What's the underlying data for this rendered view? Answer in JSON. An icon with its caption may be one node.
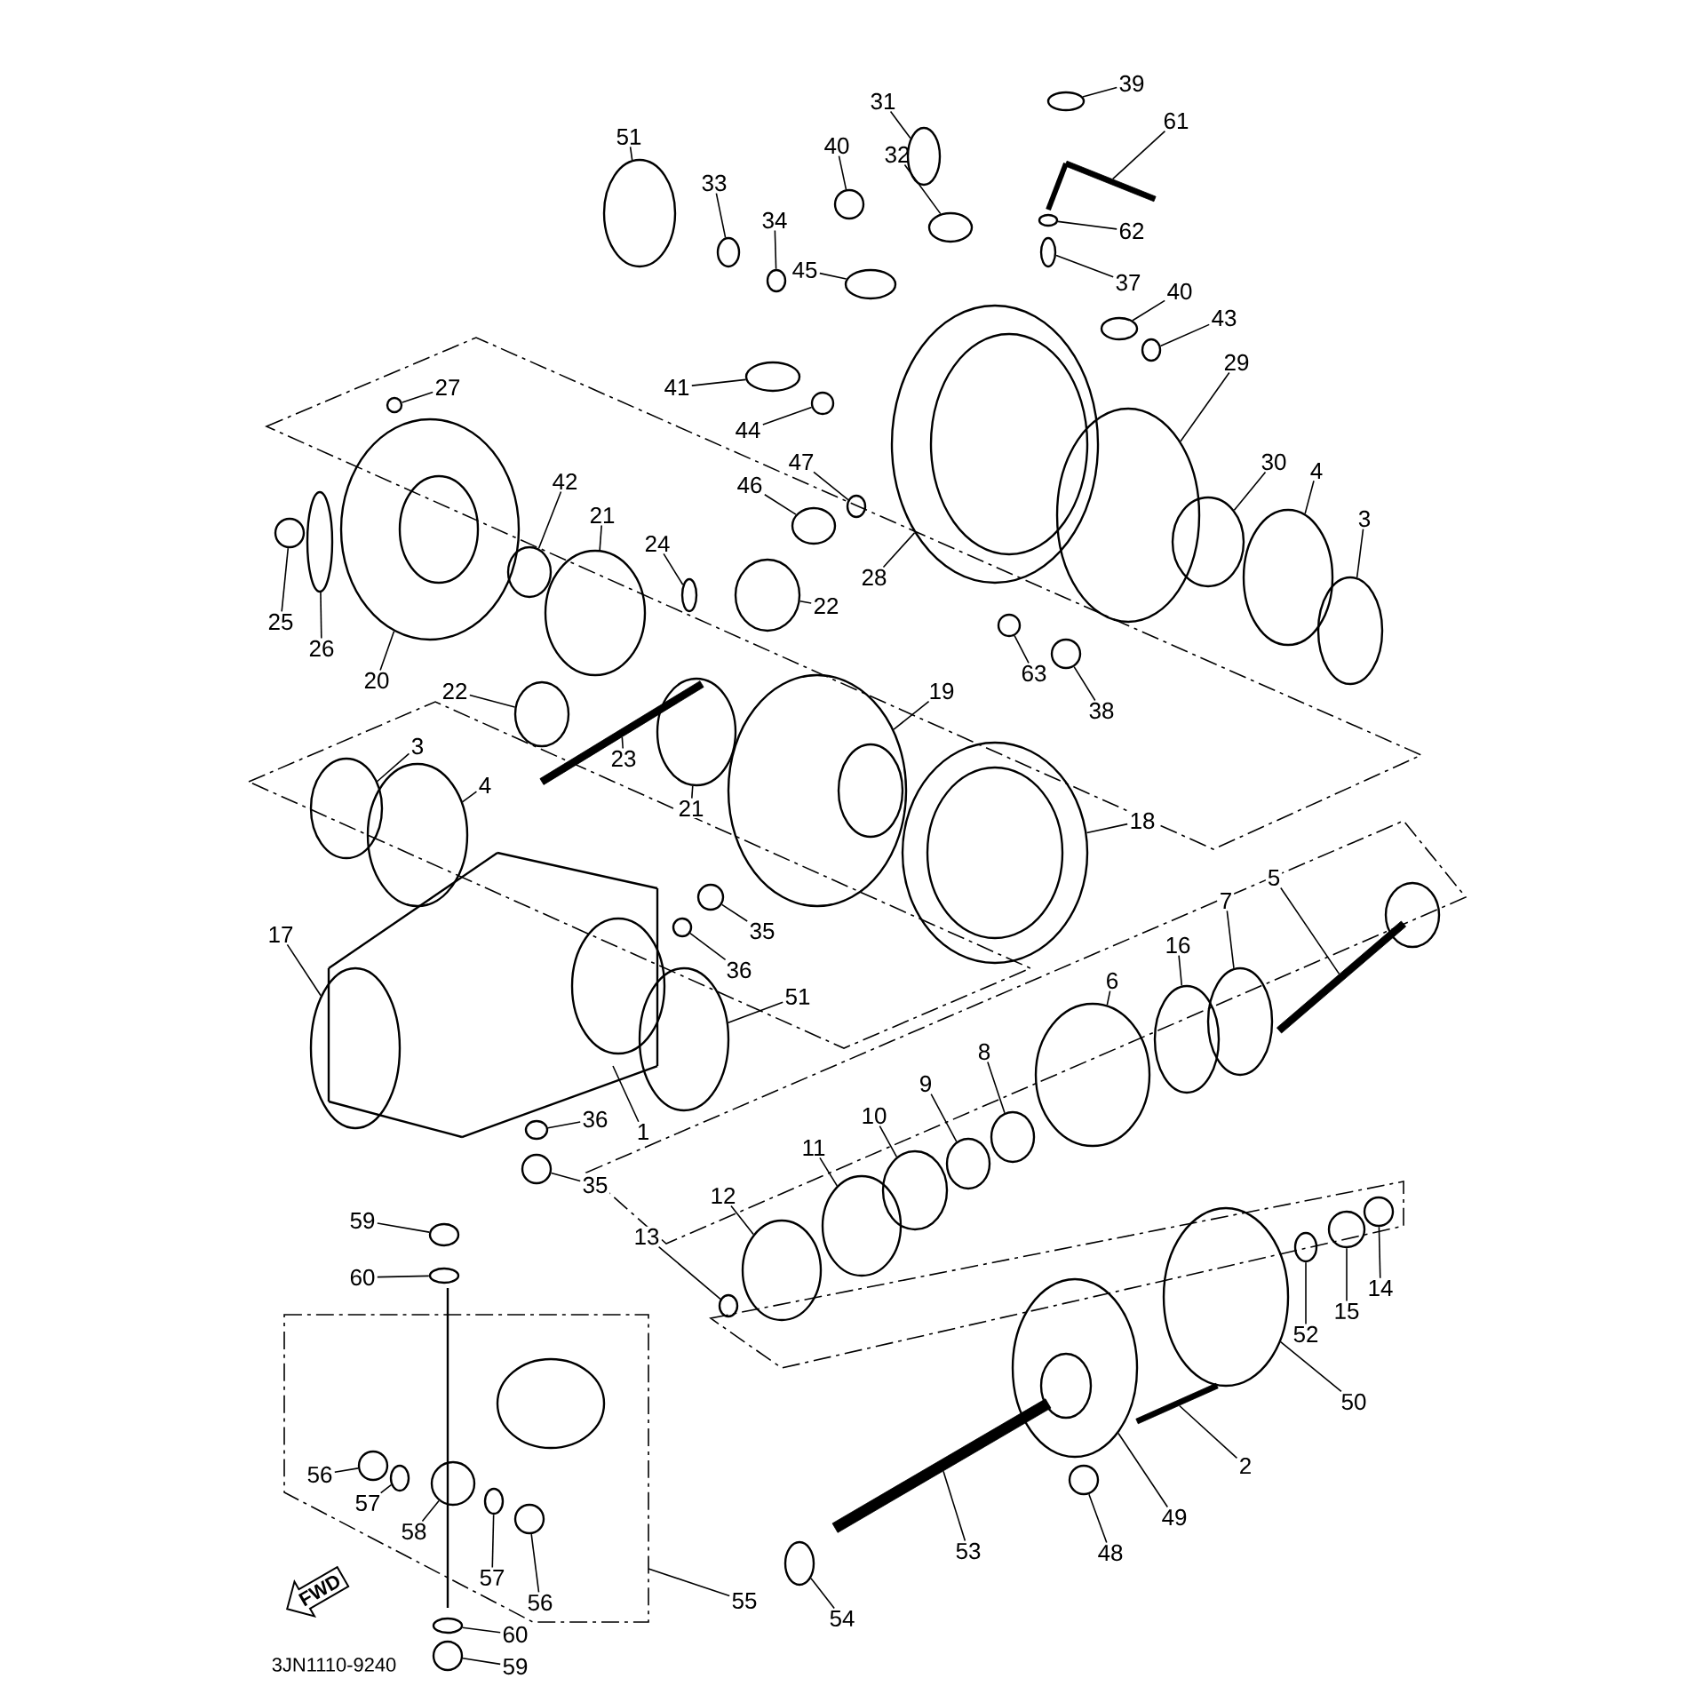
{
  "diagram": {
    "nodes": [
      {
        "text": [
          "51"
        ]
      },
      {
        "text": [
          "33"
        ]
      },
      {
        "text": [
          "34"
        ]
      },
      {
        "text": [
          "40"
        ]
      },
      {
        "text": [
          "31"
        ]
      },
      {
        "text": [
          "32"
        ]
      },
      {
        "text": [
          "39"
        ]
      },
      {
        "text": [
          "61"
        ]
      },
      {
        "text": [
          "62"
        ]
      },
      {
        "text": [
          "37"
        ]
      },
      {
        "text": [
          "45"
        ]
      },
      {
        "text": [
          "40"
        ]
      },
      {
        "text": [
          "43"
        ]
      },
      {
        "text": [
          "41"
        ]
      },
      {
        "text": [
          "44"
        ]
      },
      {
        "text": [
          "29"
        ]
      },
      {
        "text": [
          "27"
        ]
      },
      {
        "text": [
          "47"
        ]
      },
      {
        "text": [
          "46"
        ]
      },
      {
        "text": [
          "30"
        ]
      },
      {
        "text": [
          "4"
        ]
      },
      {
        "text": [
          "3"
        ]
      },
      {
        "text": [
          "42"
        ]
      },
      {
        "text": [
          "21"
        ]
      },
      {
        "text": [
          "24"
        ]
      },
      {
        "text": [
          "22"
        ]
      },
      {
        "text": [
          "28"
        ]
      },
      {
        "text": [
          "25"
        ]
      },
      {
        "text": [
          "26"
        ]
      },
      {
        "text": [
          "20"
        ]
      },
      {
        "text": [
          "22"
        ]
      },
      {
        "text": [
          "63"
        ]
      },
      {
        "text": [
          "38"
        ]
      },
      {
        "text": [
          "19"
        ]
      },
      {
        "text": [
          "23"
        ]
      },
      {
        "text": [
          "21"
        ]
      },
      {
        "text": [
          "3"
        ]
      },
      {
        "text": [
          "4"
        ]
      },
      {
        "text": [
          "18"
        ]
      },
      {
        "text": [
          "5"
        ]
      },
      {
        "text": [
          "35"
        ]
      },
      {
        "text": [
          "36"
        ]
      },
      {
        "text": [
          "17"
        ]
      },
      {
        "text": [
          "7"
        ]
      },
      {
        "text": [
          "16"
        ]
      },
      {
        "text": [
          "6"
        ]
      },
      {
        "text": [
          "51"
        ]
      },
      {
        "text": [
          "8"
        ]
      },
      {
        "text": [
          "9"
        ]
      },
      {
        "text": [
          "10"
        ]
      },
      {
        "text": [
          "11"
        ]
      },
      {
        "text": [
          "36"
        ]
      },
      {
        "text": [
          "1"
        ]
      },
      {
        "text": [
          "35"
        ]
      },
      {
        "text": [
          "12"
        ]
      },
      {
        "text": [
          "59"
        ]
      },
      {
        "text": [
          "60"
        ]
      },
      {
        "text": [
          "13"
        ]
      },
      {
        "text": [
          "14"
        ]
      },
      {
        "text": [
          "15"
        ]
      },
      {
        "text": [
          "52"
        ]
      },
      {
        "text": [
          "50"
        ]
      },
      {
        "text": [
          "2"
        ]
      },
      {
        "text": [
          "56"
        ]
      },
      {
        "text": [
          "57"
        ]
      },
      {
        "text": [
          "58"
        ]
      },
      {
        "text": [
          "49"
        ]
      },
      {
        "text": [
          "57"
        ]
      },
      {
        "text": [
          "56"
        ]
      },
      {
        "text": [
          "48"
        ]
      },
      {
        "text": [
          "53"
        ]
      },
      {
        "text": [
          "55"
        ]
      },
      {
        "text": [
          "54"
        ]
      },
      {
        "text": [
          "60"
        ]
      },
      {
        "text": [
          "59"
        ]
      },
      {
        "text": [
          "FWD"
        ]
      },
      {
        "text": [],
        "shape": "circle"
      },
      {
        "text": [],
        "shape": "circle"
      },
      {
        "text": [],
        "shape": "circle"
      },
      {
        "text": [],
        "shape": "circle"
      },
      {
        "text": [],
        "shape": "circle"
      },
      {
        "text": [],
        "shape": "circle"
      },
      {
        "text": [],
        "shape": "circle"
      },
      {
        "text": [],
        "shape": "bar"
      },
      {
        "text": [],
        "shape": "circle"
      },
      {
        "text": [],
        "shape": "circle"
      },
      {
        "text": [],
        "shape": "circle"
      },
      {
        "text": [],
        "shape": "circle"
      },
      {
        "text": [],
        "shape": "circle"
      },
      {
        "text": [],
        "shape": "circle"
      },
      {
        "text": [],
        "shape": "circle"
      },
      {
        "text": [],
        "shape": "circle"
      },
      {
        "text": [],
        "shape": "circle"
      },
      {
        "text": [],
        "shape": "circle"
      },
      {
        "text": [],
        "shape": "circle"
      },
      {
        "text": [],
        "shape": "circle"
      },
      {
        "text": [],
        "shape": "circle"
      },
      {
        "text": [],
        "shape": "circle"
      },
      {
        "text": [],
        "shape": "circle"
      },
      {
        "text": [],
        "shape": "circle"
      },
      {
        "text": [],
        "shape": "circle"
      },
      {
        "text": [],
        "shape": "circle"
      },
      {
        "text": [],
        "shape": "circle"
      },
      {
        "text": [],
        "shape": "circle"
      },
      {
        "text": [],
        "shape": "circle"
      },
      {
        "text": [],
        "shape": "circle"
      },
      {
        "text": [],
        "shape": "circle"
      },
      {
        "text": [],
        "shape": "circle"
      },
      {
        "text": [],
        "shape": "circle"
      },
      {
        "text": [],
        "shape": "circle"
      },
      {
        "text": [],
        "shape": "bar"
      },
      {
        "text": [],
        "shape": "circle"
      },
      {
        "text": [],
        "shape": "circle"
      },
      {
        "text": [],
        "shape": "circle"
      },
      {
        "text": [],
        "shape": "circle"
      },
      {
        "text": [],
        "shape": "bar"
      },
      {
        "text": [],
        "shape": "circle"
      },
      {
        "text": [],
        "shape": "circle"
      },
      {
        "text": [],
        "shape": "circle"
      },
      {
        "text": [],
        "shape": "circle"
      },
      {
        "text": [],
        "shape": "circle"
      },
      {
        "text": [],
        "shape": "circle"
      },
      {
        "text": [],
        "shape": "circle"
      },
      {
        "text": [],
        "shape": "circle"
      },
      {
        "text": [],
        "shape": "circle"
      },
      {
        "text": [],
        "shape": "circle"
      },
      {
        "text": [],
        "shape": "circle"
      },
      {
        "text": [],
        "shape": "circle"
      },
      {
        "text": [],
        "shape": "circle"
      },
      {
        "text": [],
        "shape": "circle"
      },
      {
        "text": [],
        "shape": "circle"
      },
      {
        "text": [],
        "shape": "circle"
      },
      {
        "text": [],
        "shape": "circle"
      },
      {
        "text": [],
        "shape": "circle"
      },
      {
        "text": [],
        "shape": "circle"
      },
      {
        "text": [],
        "shape": "circle"
      },
      {
        "text": [],
        "shape": "circle"
      },
      {
        "text": [],
        "shape": "bar"
      },
      {
        "text": [],
        "shape": "circle"
      },
      {
        "text": [],
        "shape": "circle"
      },
      {
        "text": [],
        "shape": "circle"
      },
      {
        "text": [],
        "shape": "circle"
      },
      {
        "text": [],
        "shape": "circle"
      },
      {
        "text": [],
        "shape": "circle"
      },
      {
        "text": [],
        "shape": "circle"
      },
      {
        "text": [],
        "shape": "bar"
      },
      {
        "text": [],
        "shape": "circle"
      },
      {
        "text": [],
        "shape": "circle"
      },
      {
        "text": [],
        "shape": "circle"
      }
    ],
    "edges": [
      {
        "from": 0,
        "to": 76,
        "arrow": "none"
      },
      {
        "from": 1,
        "to": 77,
        "arrow": "none"
      },
      {
        "from": 2,
        "to": 78,
        "arrow": "none"
      },
      {
        "from": 3,
        "to": 79,
        "arrow": "none"
      },
      {
        "from": 4,
        "to": 80,
        "arrow": "none"
      },
      {
        "from": 5,
        "to": 81,
        "arrow": "none"
      },
      {
        "from": 6,
        "to": 82,
        "arrow": "none"
      },
      {
        "from": 7,
        "to": 83,
        "arrow": "none"
      },
      {
        "from": 8,
        "to": 84,
        "arrow": "none"
      },
      {
        "from": 9,
        "to": 85,
        "arrow": "none"
      },
      {
        "from": 10,
        "to": 86,
        "arrow": "none"
      },
      {
        "from": 11,
        "to": 87,
        "arrow": "none"
      },
      {
        "from": 12,
        "to": 88,
        "arrow": "none"
      },
      {
        "from": 13,
        "to": 89,
        "arrow": "none"
      },
      {
        "from": 14,
        "to": 90,
        "arrow": "none"
      },
      {
        "from": 15,
        "to": 91,
        "arrow": "none"
      },
      {
        "from": 16,
        "to": 92,
        "arrow": "none"
      },
      {
        "from": 17,
        "to": 93,
        "arrow": "none"
      },
      {
        "from": 18,
        "to": 94,
        "arrow": "none"
      },
      {
        "from": 19,
        "to": 95,
        "arrow": "none"
      },
      {
        "from": 20,
        "to": 96,
        "arrow": "none"
      },
      {
        "from": 21,
        "to": 97,
        "arrow": "none"
      },
      {
        "from": 22,
        "to": 98,
        "arrow": "none"
      },
      {
        "from": 23,
        "to": 99,
        "arrow": "none"
      },
      {
        "from": 24,
        "to": 100,
        "arrow": "none"
      },
      {
        "from": 25,
        "to": 101,
        "arrow": "none"
      },
      {
        "from": 26,
        "to": 102,
        "arrow": "none"
      },
      {
        "from": 27,
        "to": 103,
        "arrow": "none"
      },
      {
        "from": 28,
        "to": 104,
        "arrow": "none"
      },
      {
        "from": 29,
        "to": 105,
        "arrow": "none"
      },
      {
        "from": 30,
        "to": 106,
        "arrow": "none"
      },
      {
        "from": 31,
        "to": 107,
        "arrow": "none"
      },
      {
        "from": 32,
        "to": 108,
        "arrow": "none"
      },
      {
        "from": 33,
        "to": 109,
        "arrow": "none"
      },
      {
        "from": 34,
        "to": 110,
        "arrow": "none"
      },
      {
        "from": 35,
        "to": 111,
        "arrow": "none"
      },
      {
        "from": 36,
        "to": 112,
        "arrow": "none"
      },
      {
        "from": 37,
        "to": 113,
        "arrow": "none"
      },
      {
        "from": 38,
        "to": 114,
        "arrow": "none"
      },
      {
        "from": 39,
        "to": 115,
        "arrow": "none"
      },
      {
        "from": 40,
        "to": 116,
        "arrow": "none"
      },
      {
        "from": 41,
        "to": 117,
        "arrow": "none"
      },
      {
        "from": 42,
        "to": 118,
        "arrow": "none"
      },
      {
        "from": 43,
        "to": 119,
        "arrow": "none"
      },
      {
        "from": 44,
        "to": 120,
        "arrow": "none"
      },
      {
        "from": 45,
        "to": 121,
        "arrow": "none"
      },
      {
        "from": 46,
        "to": 122,
        "arrow": "none"
      },
      {
        "from": 47,
        "to": 123,
        "arrow": "none"
      },
      {
        "from": 48,
        "to": 124,
        "arrow": "none"
      },
      {
        "from": 49,
        "to": 125,
        "arrow": "none"
      },
      {
        "from": 50,
        "to": 126,
        "arrow": "none"
      },
      {
        "from": 51,
        "to": 127,
        "arrow": "none"
      },
      {
        "from": 52,
        "to": null,
        "arrow": "none"
      },
      {
        "from": 53,
        "to": 128,
        "arrow": "none"
      },
      {
        "from": 54,
        "to": 129,
        "arrow": "none"
      },
      {
        "from": 55,
        "to": 130,
        "arrow": "none"
      },
      {
        "from": 56,
        "to": 131,
        "arrow": "none"
      },
      {
        "from": 57,
        "to": 132,
        "arrow": "none"
      },
      {
        "from": 58,
        "to": 133,
        "arrow": "none"
      },
      {
        "from": 59,
        "to": 134,
        "arrow": "none"
      },
      {
        "from": 60,
        "to": 135,
        "arrow": "none"
      },
      {
        "from": 61,
        "to": 136,
        "arrow": "none"
      },
      {
        "from": 62,
        "to": 137,
        "arrow": "none"
      },
      {
        "from": 63,
        "to": 138,
        "arrow": "none"
      },
      {
        "from": 64,
        "to": 139,
        "arrow": "none"
      },
      {
        "from": 65,
        "to": 140,
        "arrow": "none"
      },
      {
        "from": 66,
        "to": 141,
        "arrow": "none"
      },
      {
        "from": 67,
        "to": 142,
        "arrow": "none"
      },
      {
        "from": 68,
        "to": 143,
        "arrow": "none"
      },
      {
        "from": 69,
        "to": 144,
        "arrow": "none"
      },
      {
        "from": 70,
        "to": 145,
        "arrow": "none"
      },
      {
        "from": 71,
        "to": null,
        "arrow": "none"
      },
      {
        "from": 72,
        "to": 146,
        "arrow": "none"
      },
      {
        "from": 73,
        "to": 147,
        "arrow": "none"
      },
      {
        "from": 74,
        "to": 148,
        "arrow": "none"
      }
    ],
    "labels": [
      "3JN1110-9240"
    ]
  }
}
